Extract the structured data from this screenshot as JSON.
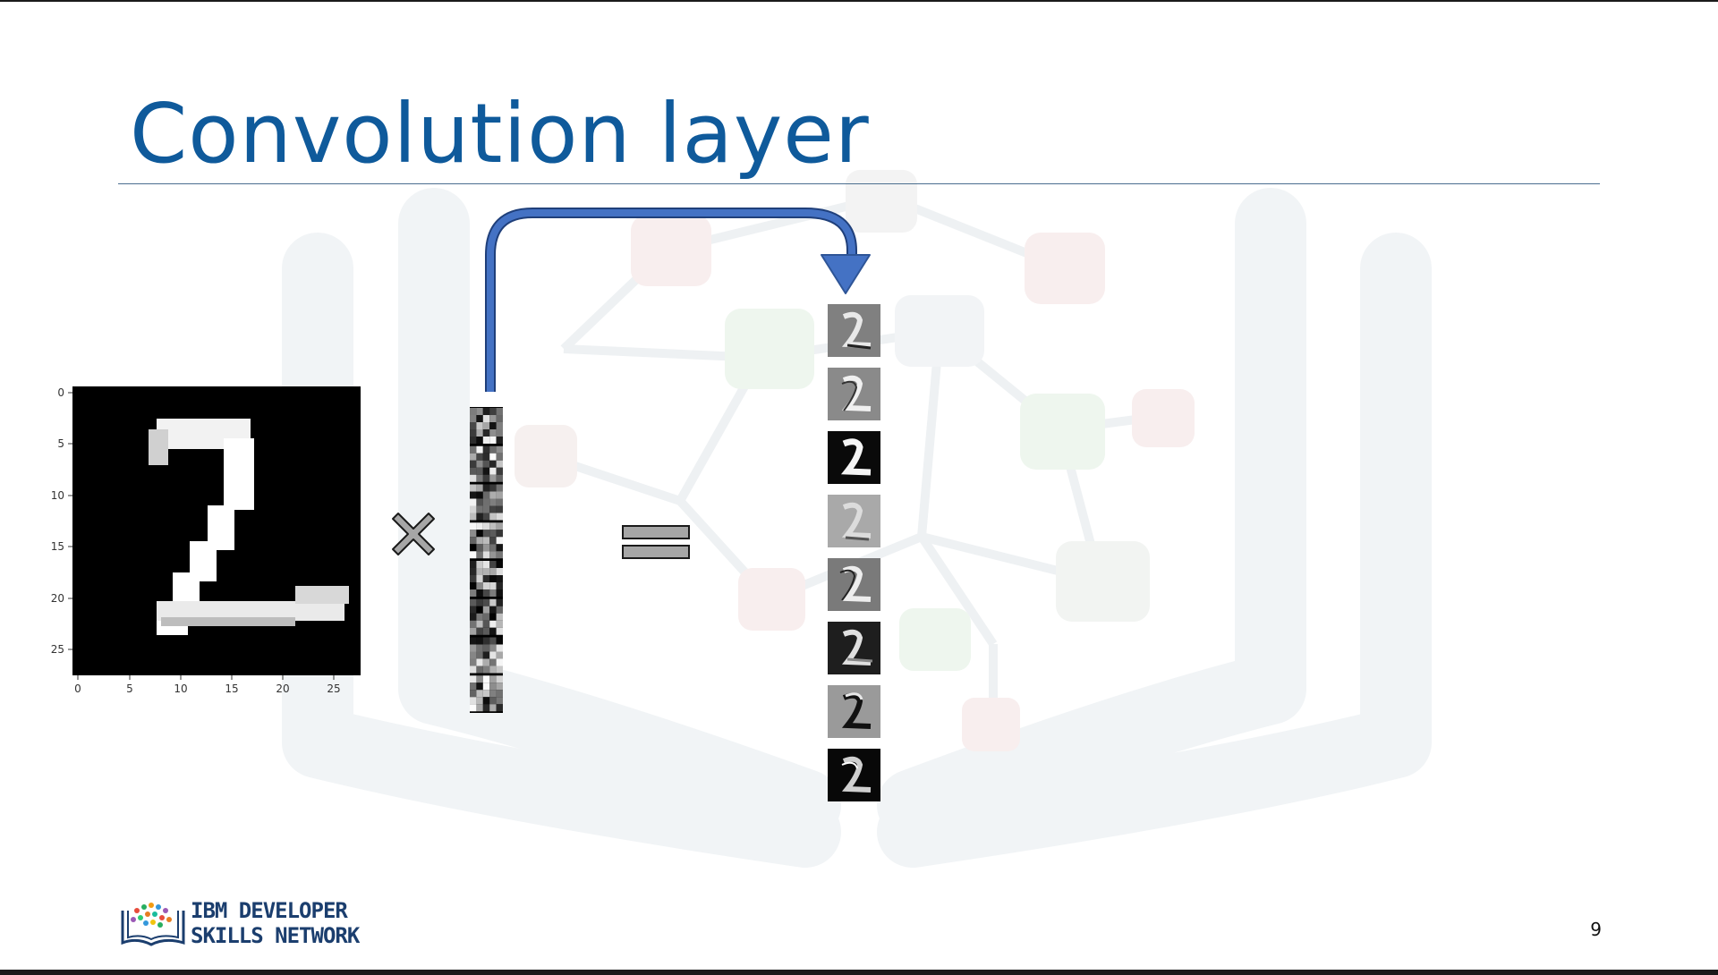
{
  "slide": {
    "title": "Convolution layer",
    "page_number": "9"
  },
  "logo": {
    "line1": "IBM DEVELOPER",
    "line2": "SKILLS NETWORK"
  },
  "input_image": {
    "x_ticks": [
      "0",
      "5",
      "10",
      "15",
      "20",
      "25"
    ],
    "y_ticks": [
      "0",
      "5",
      "10",
      "15",
      "20",
      "25"
    ]
  },
  "colors": {
    "title": "#0f5a9b",
    "arrow": "#4472c4",
    "logo_text": "#1b3e6e"
  },
  "icons": [
    "times-icon",
    "equals-icon",
    "curved-arrow-icon",
    "logo-icon"
  ]
}
